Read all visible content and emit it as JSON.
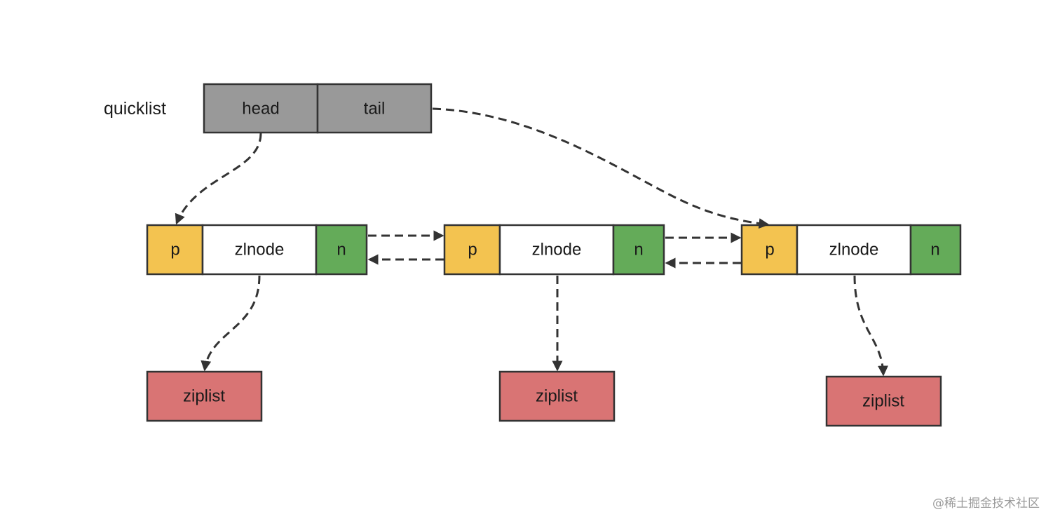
{
  "quicklist": {
    "label": "quicklist",
    "head_label": "head",
    "tail_label": "tail",
    "color": "#999999"
  },
  "nodes": [
    {
      "prev_label": "p",
      "name_label": "zlnode",
      "next_label": "n",
      "ziplist_label": "ziplist"
    },
    {
      "prev_label": "p",
      "name_label": "zlnode",
      "next_label": "n",
      "ziplist_label": "ziplist"
    },
    {
      "prev_label": "p",
      "name_label": "zlnode",
      "next_label": "n",
      "ziplist_label": "ziplist"
    }
  ],
  "colors": {
    "prev": "#f3c350",
    "next": "#64ab59",
    "body": "#ffffff",
    "ziplist": "#d97474",
    "stroke": "#333333"
  },
  "watermark": "@稀土掘金技术社区"
}
